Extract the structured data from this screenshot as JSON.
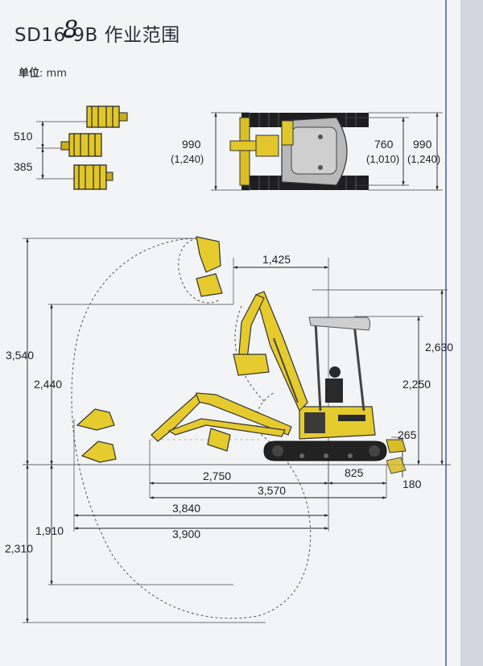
{
  "title": "SD16-9B 作业范围",
  "title_correction": "8",
  "unit_label": "单位",
  "unit_value": ": mm",
  "blade_offset": {
    "upper": "510",
    "lower": "385"
  },
  "top_view": {
    "left_width": "990",
    "left_width_alt": "(1,240)",
    "inner_width": "760",
    "inner_width_alt": "(1,010)",
    "outer_width": "990",
    "outer_width_alt": "(1,240)"
  },
  "side_view": {
    "max_digging_height": "3,540",
    "max_dump_height": "2,440",
    "max_vertical_depth": "1,910",
    "max_digging_depth": "2,310",
    "min_swing_radius": "1,425",
    "overall_height": "2,630",
    "canopy_height": "2,250",
    "blade_lift": "265",
    "blade_drop": "180",
    "reach_a": "2,750",
    "tail_swing": "825",
    "overall_length": "3,570",
    "max_reach_ground": "3,840",
    "max_reach": "3,900"
  },
  "colors": {
    "machine_yellow": "#e6cb2e",
    "track_black": "#222222",
    "margin_rule": "#6d82b5"
  }
}
